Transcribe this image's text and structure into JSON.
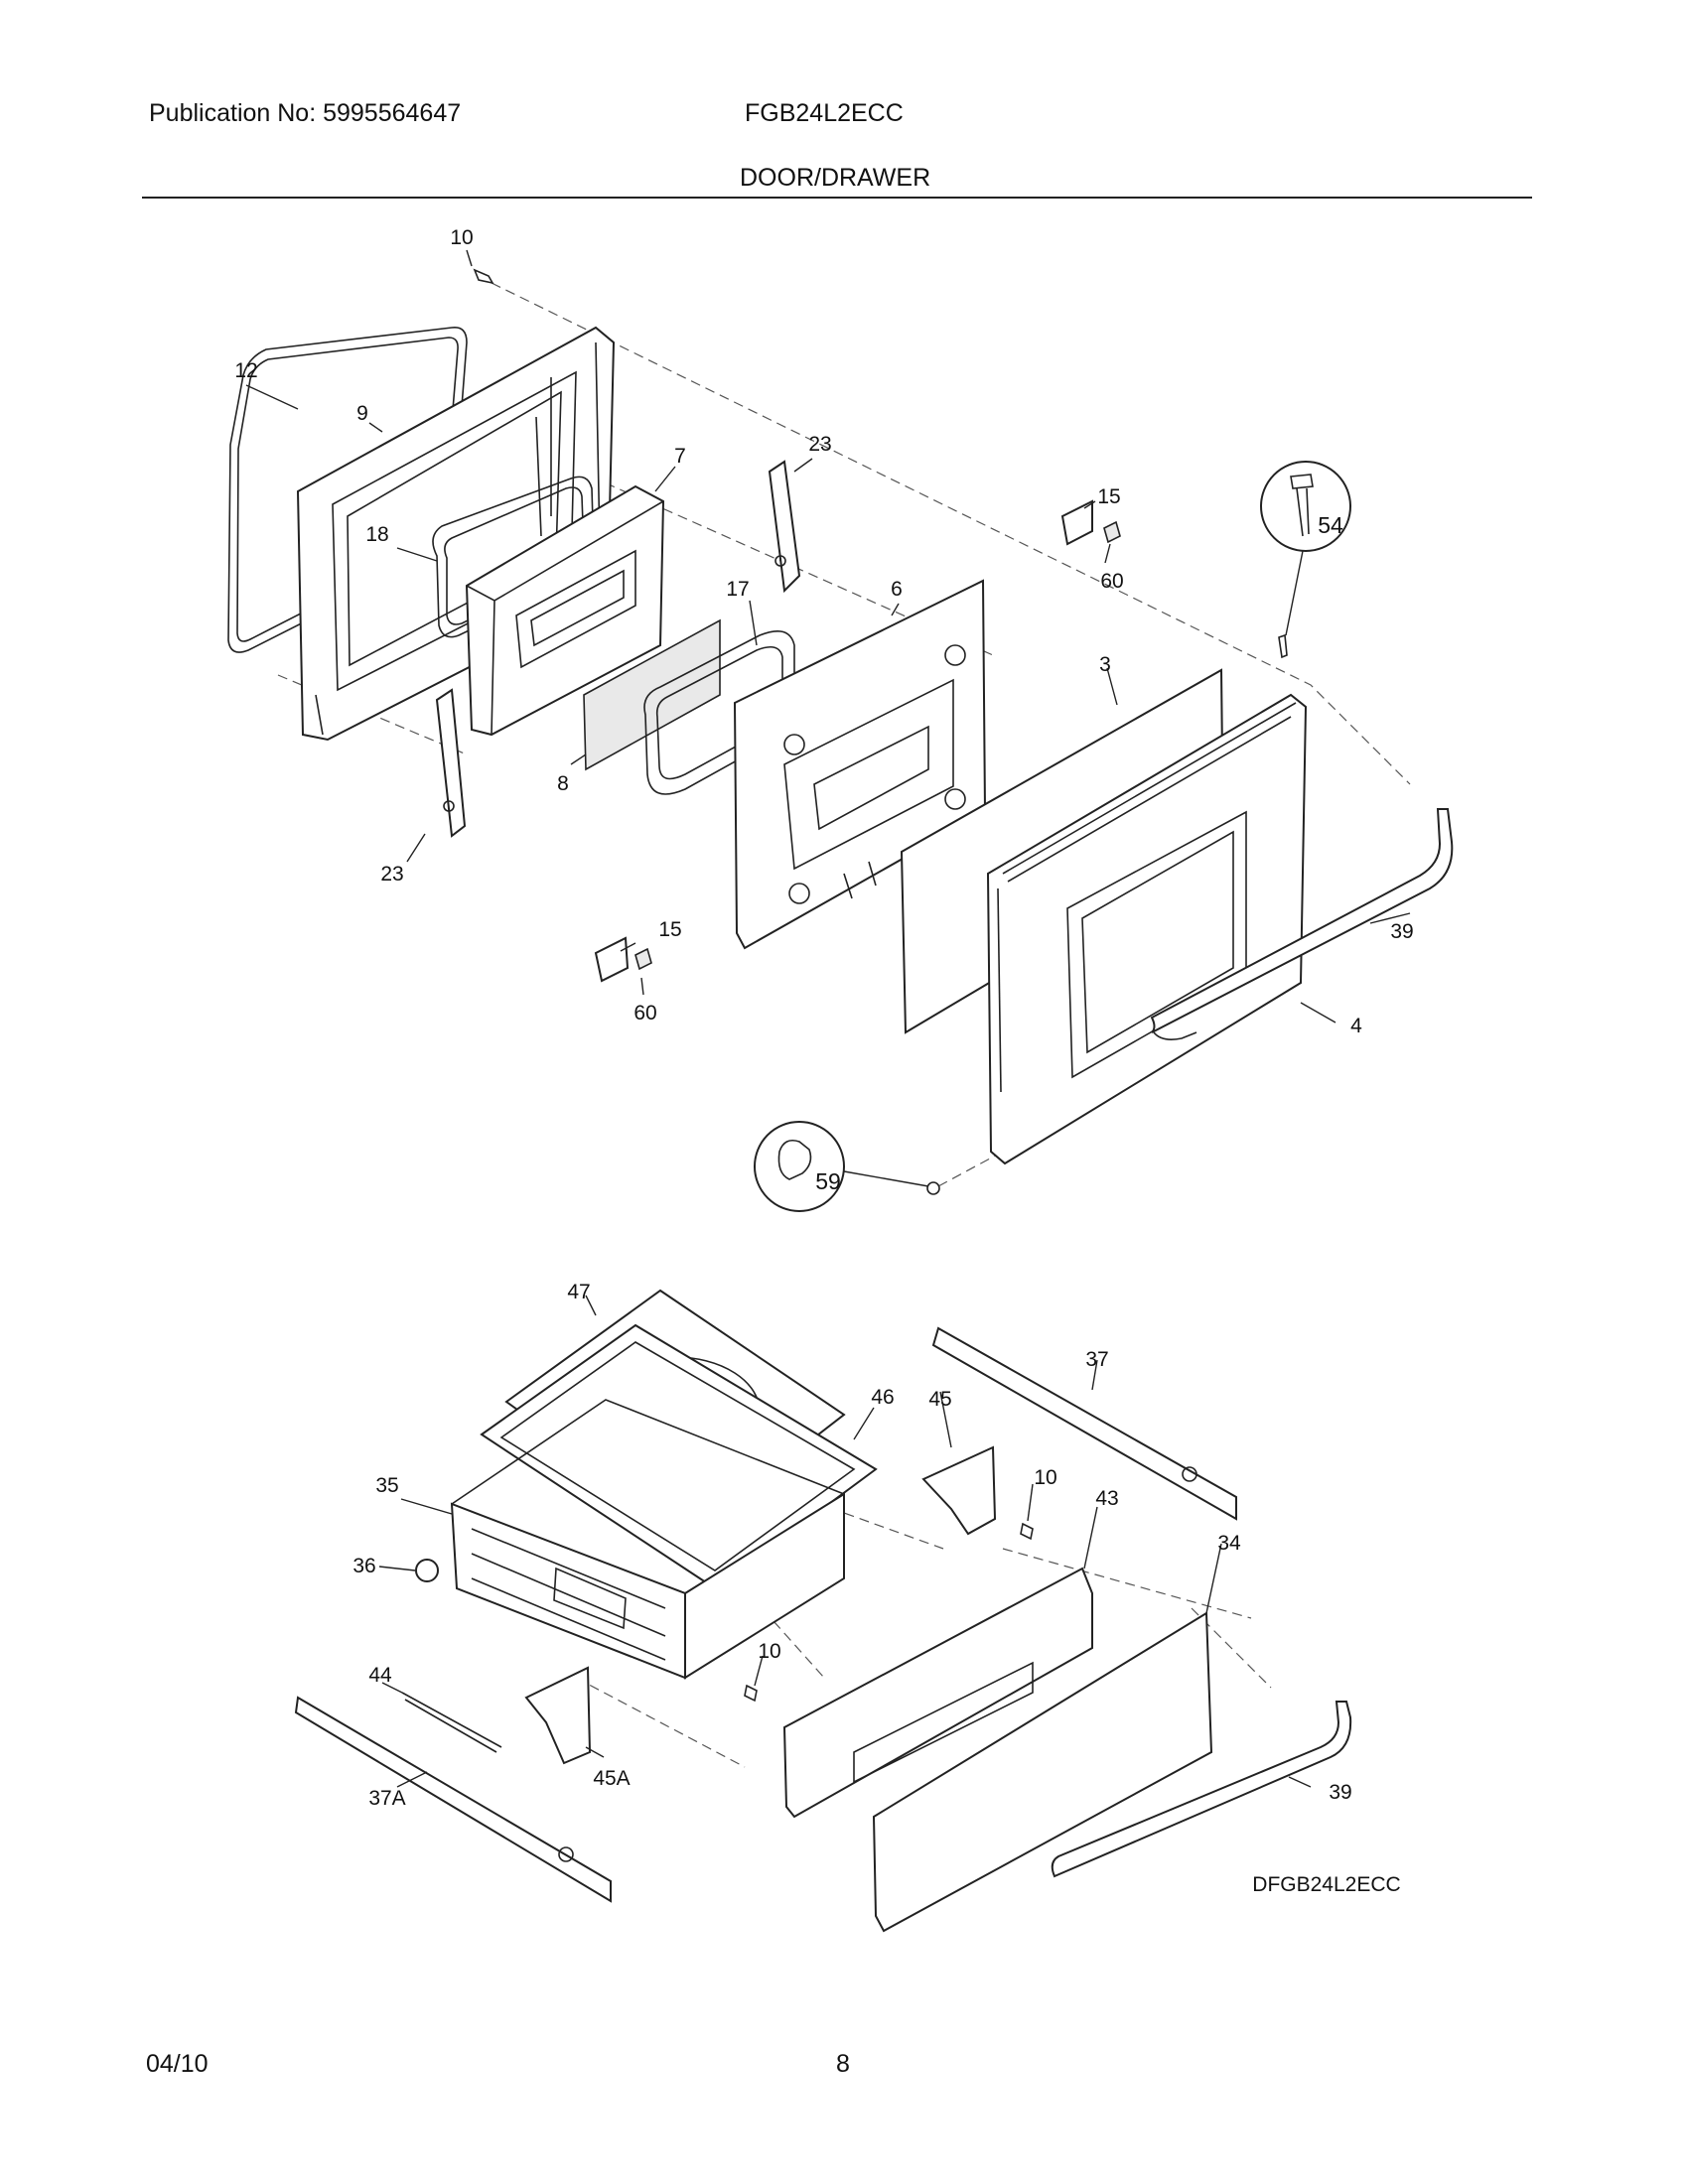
{
  "header": {
    "publication": "Publication No: 5995564647",
    "model": "FGB24L2ECC",
    "section_title": "DOOR/DRAWER"
  },
  "callouts": {
    "p10a": "10",
    "p12": "12",
    "p9": "9",
    "p7": "7",
    "p18": "18",
    "p23a": "23",
    "p17": "17",
    "p6": "6",
    "p15a": "15",
    "p60a": "60",
    "p54": "54",
    "p3": "3",
    "p8": "8",
    "p23b": "23",
    "p39a": "39",
    "p15b": "15",
    "p60b": "60",
    "p4": "4",
    "p59": "59",
    "p47": "47",
    "p46": "46",
    "p45": "45",
    "p37": "37",
    "p35": "35",
    "p10b": "10",
    "p43": "43",
    "p36": "36",
    "p34": "34",
    "p10c": "10",
    "p44": "44",
    "p45a": "45A",
    "p37a": "37A",
    "p39b": "39"
  },
  "diagram_code": "DFGB24L2ECC",
  "footer": {
    "date": "04/10",
    "page": "8"
  }
}
